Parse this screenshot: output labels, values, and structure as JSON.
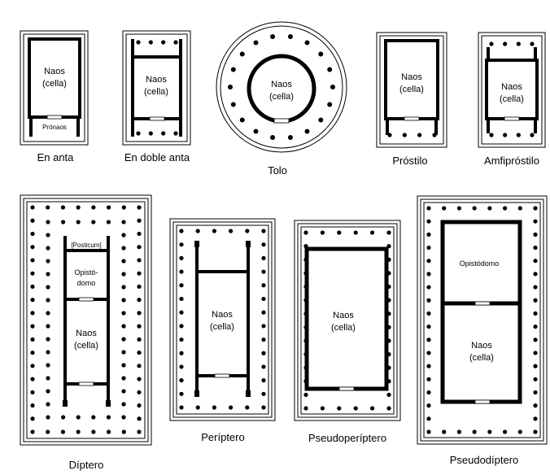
{
  "colors": {
    "ink": "#000000",
    "paper": "#ffffff"
  },
  "temples": {
    "en_anta": {
      "caption": "En anta",
      "naos": "Naos",
      "cella": "(cella)",
      "pronaos": "Prónaos"
    },
    "doble_anta": {
      "caption": "En doble anta",
      "naos": "Naos",
      "cella": "(cella)"
    },
    "tolo": {
      "caption": "Tolo",
      "naos": "Naos",
      "cella": "(cella)"
    },
    "prostilo": {
      "caption": "Próstilo",
      "naos": "Naos",
      "cella": "(cella)"
    },
    "amfiprostilo": {
      "caption": "Amfipróstilo",
      "naos": "Naos",
      "cella": "(cella)"
    },
    "diptero": {
      "caption": "Díptero",
      "posticum": "[Posticum]",
      "opisto1": "Opistó-",
      "opisto2": "domo",
      "naos": "Naos",
      "cella": "(cella)"
    },
    "periptero": {
      "caption": "Períptero",
      "naos": "Naos",
      "cella": "(cella)"
    },
    "pseudoperiptero": {
      "caption": "Pseudoperíptero",
      "naos": "Naos",
      "cella": "(cella)"
    },
    "pseudodiptero": {
      "caption": "Pseudodíptero",
      "opistodomo": "Opistódomo",
      "naos": "Naos",
      "cella": "(cella)"
    }
  }
}
